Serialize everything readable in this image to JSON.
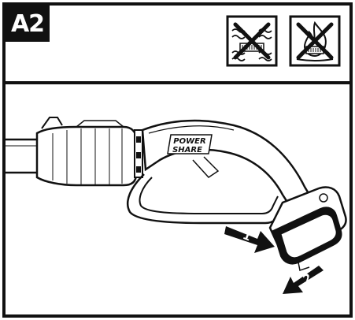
{
  "header": {
    "section_label": "A2",
    "icons": [
      {
        "name": "no-water-immersion-icon"
      },
      {
        "name": "no-fire-icon"
      }
    ]
  },
  "illustration": {
    "brand_line1": "POWER",
    "brand_line2": "SHARE",
    "steps": [
      {
        "number": "1",
        "action": "press-release-tab"
      },
      {
        "number": "2",
        "action": "slide-battery-out"
      }
    ]
  }
}
